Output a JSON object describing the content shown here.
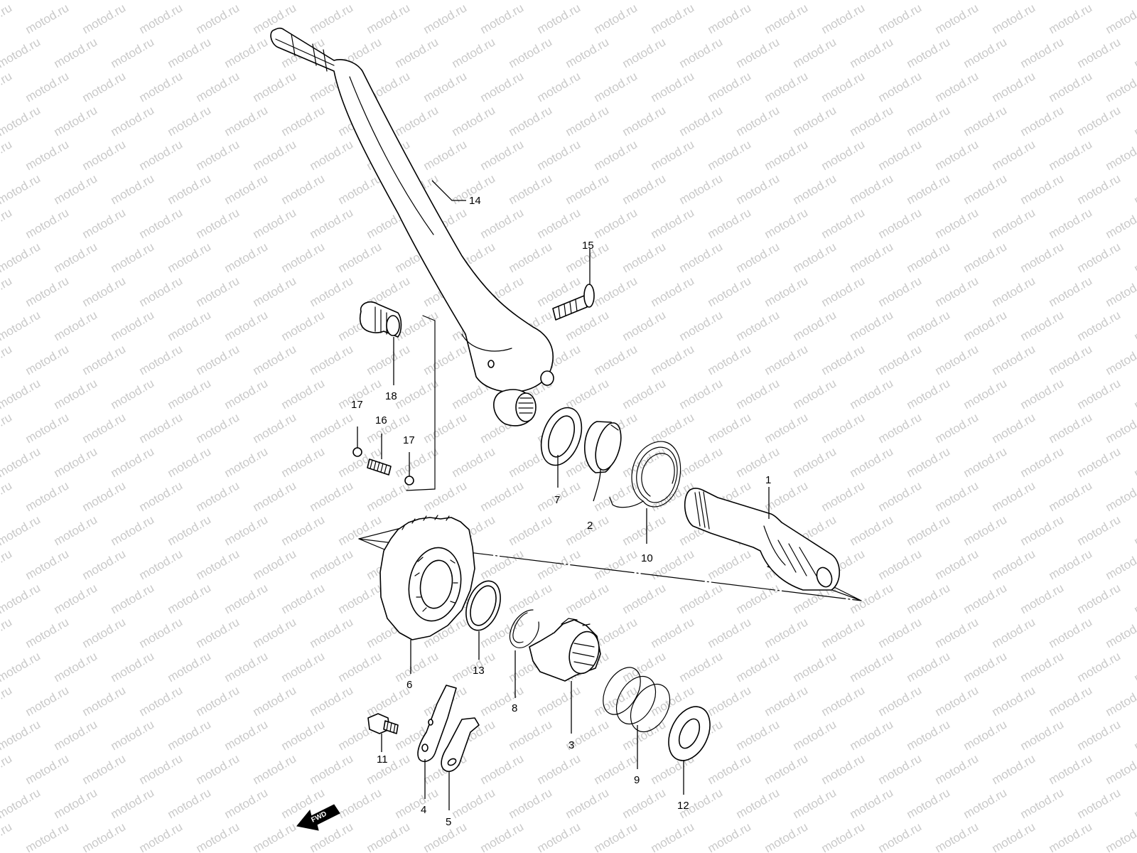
{
  "watermark": {
    "text": "motod.ru",
    "color": "#c9c9c9"
  },
  "badge": {
    "text": "FWD"
  },
  "parts": [
    {
      "id": "1",
      "label": "1",
      "icon": "kick-starter-shaft-icon"
    },
    {
      "id": "2",
      "label": "2",
      "icon": "guide-sleeve-icon"
    },
    {
      "id": "3",
      "label": "3",
      "icon": "ratchet-icon"
    },
    {
      "id": "4",
      "label": "4",
      "icon": "guide-plate-icon"
    },
    {
      "id": "5",
      "label": "5",
      "icon": "stopper-plate-icon"
    },
    {
      "id": "6",
      "label": "6",
      "icon": "drive-gear-icon"
    },
    {
      "id": "7",
      "label": "7",
      "icon": "oil-seal-icon"
    },
    {
      "id": "8",
      "label": "8",
      "icon": "circlip-icon"
    },
    {
      "id": "9",
      "label": "9",
      "icon": "ratchet-spring-icon"
    },
    {
      "id": "10",
      "label": "10",
      "icon": "return-spring-icon"
    },
    {
      "id": "11",
      "label": "11",
      "icon": "bolt-icon"
    },
    {
      "id": "12",
      "label": "12",
      "icon": "washer-icon"
    },
    {
      "id": "13",
      "label": "13",
      "icon": "thrust-washer-icon"
    },
    {
      "id": "14",
      "label": "14",
      "icon": "kick-lever-icon"
    },
    {
      "id": "15",
      "label": "15",
      "icon": "pin-bolt-icon"
    },
    {
      "id": "16",
      "label": "16",
      "icon": "detent-spring-icon"
    },
    {
      "id": "17a",
      "label": "17",
      "icon": "steel-ball-icon"
    },
    {
      "id": "17b",
      "label": "17",
      "icon": "steel-ball-icon"
    },
    {
      "id": "18",
      "label": "18",
      "icon": "lever-bolt-icon"
    }
  ]
}
